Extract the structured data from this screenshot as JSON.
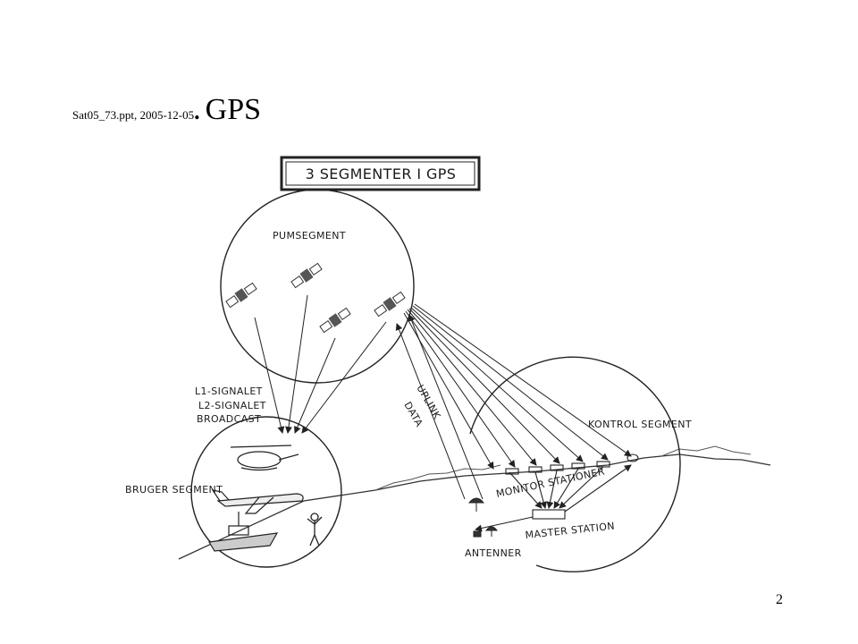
{
  "header": {
    "source": "Sat05_73.ppt, 2005-12-05",
    "separator": ".",
    "title": "GPS"
  },
  "diagram": {
    "box_title": "3  SEGMENTER  I  GPS",
    "space_segment": "PUMSEGMENT",
    "user_segment": "BRUGER SEGMENT",
    "control_segment": "KONTROL SEGMENT",
    "signal_l1": "L1-SIGNALET",
    "signal_l2": "L2-SIGNALET",
    "broadcast": "BROADCAST",
    "uplink": "UPLINK",
    "data": "DATA",
    "monitor_stations": "MONITOR STATIONER",
    "master_station": "MASTER STATION",
    "antennas": "ANTENNER"
  },
  "page_number": "2"
}
